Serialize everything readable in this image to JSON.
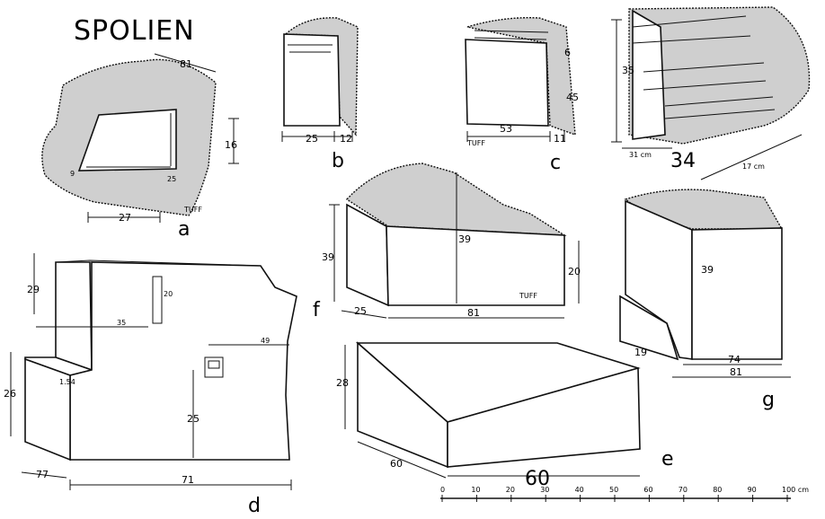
{
  "title": "SPOLIEN",
  "figures": {
    "a": {
      "label": "a",
      "dims": [
        "81",
        "16",
        "27",
        "9",
        "25"
      ],
      "material": "TUFF"
    },
    "b": {
      "label": "b",
      "dims": [
        "25",
        "12"
      ]
    },
    "c": {
      "label": "c",
      "dims": [
        "53",
        "11",
        "6",
        "45"
      ],
      "material": "TUFF"
    },
    "n34": {
      "label": "34",
      "dims": [
        "35",
        "31 cm",
        "17 cm"
      ]
    },
    "d": {
      "label": "d",
      "dims": [
        "29",
        "20",
        "26",
        "25",
        "77",
        "71",
        "1.54",
        "49",
        "35"
      ]
    },
    "e": {
      "label": "e",
      "dims": [
        "60",
        "60",
        "28"
      ]
    },
    "f": {
      "label": "f",
      "dims": [
        "39",
        "25",
        "81",
        "39",
        "20"
      ],
      "material": "TUFF"
    },
    "g": {
      "label": "g",
      "dims": [
        "39",
        "74",
        "81",
        "19"
      ]
    }
  },
  "scale": {
    "ticks": [
      "0",
      "10",
      "20",
      "30",
      "40",
      "50",
      "60",
      "70",
      "80",
      "90",
      "100 cm"
    ]
  }
}
